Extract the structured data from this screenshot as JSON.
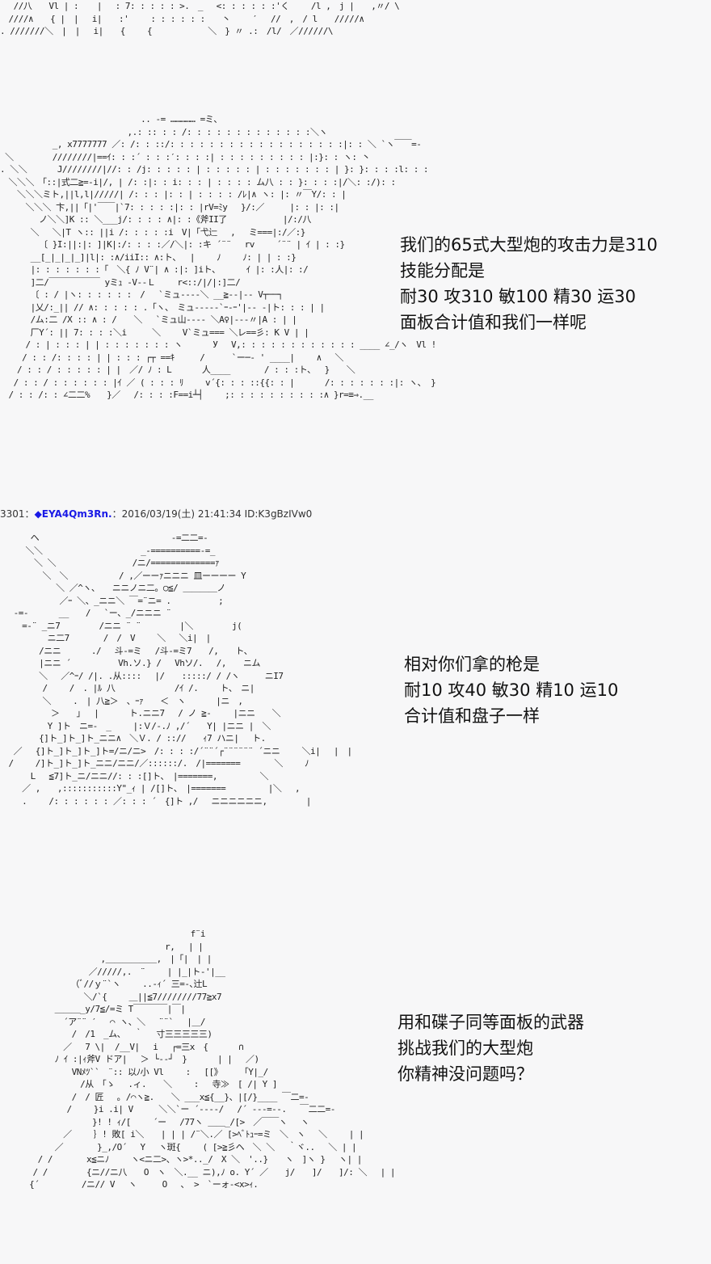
{
  "art": {
    "top": "　 //八　　Vl | : 　 |　 : 7: : : : : >.　_　 <: : : : : :'く　　 /l ,　j |　　,〃/ \\\n　////∧　　{ |　|　 i|　　:'　　 : : : : : :　　丶　　 ′　 //　,　/ l　　/////∧\n. ///////＼　|　|　 i|　　{　　 {　　　　　　 ＼　} 〃 .:　/l/　／//////\\",
    "block1": "　　　　　　　　　　　　　　　　 .. -= …………… =ミ、\n　　　　　　　　　　　　　　　,.: :: : : /: : : : : : : : : : : : :＼ヽ\n　　　　 　 _, x7777777 ／: /: : ::/: : : : : : : : : : : : : : : : : :|: : ＼ `ヽ￣￣=-\n ＼　　　　 ////////|==ｲ: : :´ : : :′: : : :| : : : : : : : : : |:}: : ヽ: 丶\n. ＼＼　　　 J////////|//: : /j: : : : : | : : : : : | : : : : : : : | }: }: : : :l: : :\n　＼＼＼　「::|式二≧=-i|/, | /: :|: : i: : : | : : : : ム八 : : }: : : :|/＼: :/): :\n　　＼＼＼ミト,||l,l|/////| /: : : |: : | : : : : /ﾚ|∧ ヽ: |: 〃￣Y/: : |\n　　　＼＼＼ 卞,||「|'￣￣|`7: : : : :|: : |rV=ﾐy　 }/:／　　　|: : |: :|\n　　　　 ノ＼＼]K :: ＼___j/: : : : ∧|: :《斧II了　　　　　　 |/:/八\n　　　 ＼　 ＼|T ヽ:: ||i /: : : : :i　V|「弋辷　 ,　 ミ===|:/／:}\n　　　　 〔 }I:||:|: ]|K|:/: : : :／/＼|: :キ ´¨¨ 　rv　　 ´¨¨ | ｲ | : :}\n　　　 __[_|_|_|_]|l|: :∧/iiI:: ∧:ト、　 |　　 ﾉ　　 ﾉ: | | : :}\n　　　 |: : : : : : :「　＼{ ﾉ V¨| ∧ :|: ]iト、　　　 ｲ |: :人|: :/\n　　　 ]二/￣￣￣￣￣￣ yミｭ ‐V‐‐Ｌ　　 r<::/|/|:]二/\n　　　 〔 : / |ヽ: : : : : :　/　 `ミュ----＼ __≧--|-- V┬──┐\n　　　 |乂/:_|| // ∧: : : : : .「ヽ、　ミュ-----`ｰ‐ｰ'|-- -|ト: : : | |\n　　　 /ム:二 /X :: ∧ : /　　＼　 `ミュ山---‐ ＼A♀|---〃|A : | |\n　　　 厂Y´: || 7: : : :＼i　　　＼　　 V`ミュ=== ＼レ==彡: K V | |\n　　　/ : | : : : | | : : : : : : : ヽ　　　 У　 V,: : : : : : : : : : : : ____ ∠_/ヽ　Vl !\n　　 / : : /: : : : | | : : : ┌┬ ==ｷ　　　/　 　 `ー─‐ ' ____|　　 ∧　 ＼\n　　/ : : / : : : : : | |　／/ ﾉ : L　　　 人____　　　　/ : : :ト、　 }　　＼\n　 / : : / : : : : : : |ｲ ／ ( : : : ﾘ 　　v´{: : : ::{{: : |　　　 /: : : : : : :|: ヽ、 }\n　/ : : /: : ∠二二%　　}／　 /: : : :F==i┴┤　　 ;: : : : : : : : : :∧ }r=≡⇒.__",
    "block2": "　　　 ヘ　　　　　　　　　　　　　　　 -=二二=-\n　　　＼＼　　　　　　　　　　　 _-==========-=_\n　　　　＼ ＼　　　　　　　　　/ニ/=============ｧ\n　　　　　＼　＼　　　　　　/ ,／ーーｧニニニ 皿ーーーー Y\n　　　　　　 ＼ ／^ヽ、　　ニニノニ二。○≦/ ＿＿＿＿ノ\n　　　　　　　／ｰ ＼、_ニニ＼ ￣=¨ニ= .　　　　　 ;\n　 -=-　　　 __　　/ 　`ー、_/ニニニ ¨\n　　 =-¨ _ニ7　　　　 /ニニ ¨ ¨　　　　 |＼　　　　 j(\n　　　　　 ニ二7　　　　/　/　V　　 ＼　 ＼i|　|\n　　　　 /ニニ　　　 ./　 斗-=ミ　 /斗-=ミ7　　/,　　ト、\n　　　　 |ニニ ´　　　　　 Vh.ソ.} /　 Vhソ/.　 /,　　ニム\n　　　　 ＼　 ／^ｰ/ /|. .从::::　 |/　　:::::/ / /ヽ　　　ニI7\n　　　　　/　　 /　. |ﾙ 八　　　　　　　/ｲ /.　　 ト、　ニ|\n　　　　　＼　　 .　| 八≧＞　、ｰｧ　　＜　ヽ　　　 |ニ　,\n　　　　　　＞　　｣　 |　　　 ト.ニニ7　 / ノ ≧-　　 |ニニ　　＼\n　　　　　 Y ]ト　ニ=-　_　　 |:Ｖ/-.ﾉ ,/´　　Y| |ニニ |　＼\n　　　　 {]ト_]ト_]ト_ニニ∧　＼Ｖ. / :://　　ｨ7 ハニ|　 ト.\n　 ／　 {]ト_]ト_]ト_]ト=/ニ/ニ>　/: : : :/´¨¨´┌¨¨¨¨¨¨ ´ニニ　　 ＼i|　 |　|\n　/　　 /]ト_]ト_]ト_ニニ/ニニ/／::::::/.　/|=======　　　　＼　　 ﾉ\n　　　 L　 ≦7]ト_ニ/ニニ//: : :[]ト、　|=======,　　　　　＼\n　　 ／ ,　　,:::::::::::Y\"_ｨ | /[]ト、　|=======　　　　　|＼　 ,\n　　 .　　 /: : : : : : ／: : : ´　{]ト ,/　 ニニニニニニ,　　　　 |",
    "block3": "　　　　　　　　　　　　　　　　　　　 f¨i\n　　　　　　　　　　　　　　　　 r, 　| |\n　　　　　　　　　,＿＿＿＿＿＿,　|「|　| |\n　　　　　　　 ／/////,.　¨　　 | |_|ト‐'|__\n　　　　　　（ﾞ//ｙ¨`ヽ　　 ..-ｨ´ 三=-､辻L\n　　　　　　　＼/`{　　 ＿||≦7////////77≧x7\n　　　 ＿＿＿_y/7≦/=ミ T￣￣￣￣|￣|\n　　　　 ´ア¨¨ ′　 ⌒ ヽ、＼　 ¨¨`　 |＿/\n　　　　　 /　/1　_ム、　 ｀　 寸三三三三三)\n　　　　 ／　 7 \\|  /__V|　 i　 ┌=三x　{　　　 ∩\n　　　 ﾉ ｲ :|ｨ斧V ドア|　 ＞ └‐-┘　}　　　 | |　 ／)\n　　　　　 VNﾒﾂ``　¨:: 以ﾉ小 Vl　　 :　 [[》　　 「Y|_/\n　　　　　　 /从　｢ゝ　 .ィ.　　＼　　 :　 寺≫　[ /| Y ]\n　　　　　 /　/ 匠　 ｡ /⌒ヽ≧.　　＼ ___x≦{__}、|[/}____ ￣二=-\n　　　　　/　　 }i .i| V　　　＼＼`ー ´-‐‐‐/　 /´ -‐‐=‐-.　 ￣二二=-\n　　　　　　　　}! ! ｨ/[　　 ´ー　 /77ヽ ＿＿_/[>　／￣￣ヽ　 ヽ\n　　　　 ／　　 ｝! 敗[ i＼　　| | | /¨＼.／ [>ﾍﾞﾄｭｰ=ミ　＼　ヽ　 ＼　　 | |\n　　　 ／　　　　}_,/O´　 Y　 ヽ斑{　　 ( [>≧彡ヘ　＼ ＼　 ｀ヾ..　 ＼ | |\n　 / /　　　　x≦ニﾉ　　 ヽ<ニ二>、ヽ>*.._/　X ＼　'..}　　ヽ　]ヽ }　 ヽ| |\n　/ /　　　　 {ニ//ニ八　　O　ヽ　＼.__ ニ),ﾉ o. Y´ ／　　j/　　]/　　]/: ＼　 | |\n {´　　　　　/ニ// V　 ヽ　　　O　 、 >　`ーォ‐<x>ｨ."
  },
  "captions": [
    [
      "我们的65式大型炮的攻击力是310",
      "技能分配是",
      "耐30 攻310 敏100 精30 运30",
      "面板合计值和我们一样呢"
    ],
    [
      "相对你们拿的枪是",
      "耐10 攻40 敏30 精10 运10",
      "合计值和盘子一样"
    ],
    [
      "用和碟子同等面板的武器",
      "挑战我们的大型炮",
      "你精神没问题吗？"
    ]
  ],
  "post": {
    "number": "3301",
    "separator": "：",
    "name": "◆EYA4Qm3Rn.",
    "datetime": "：2016/03/19(土) 21:41:34 ID:K3gBzIVw0"
  },
  "colors": {
    "name": "#1a1ae6",
    "background": "#f7f7f8",
    "text": "#111111"
  }
}
